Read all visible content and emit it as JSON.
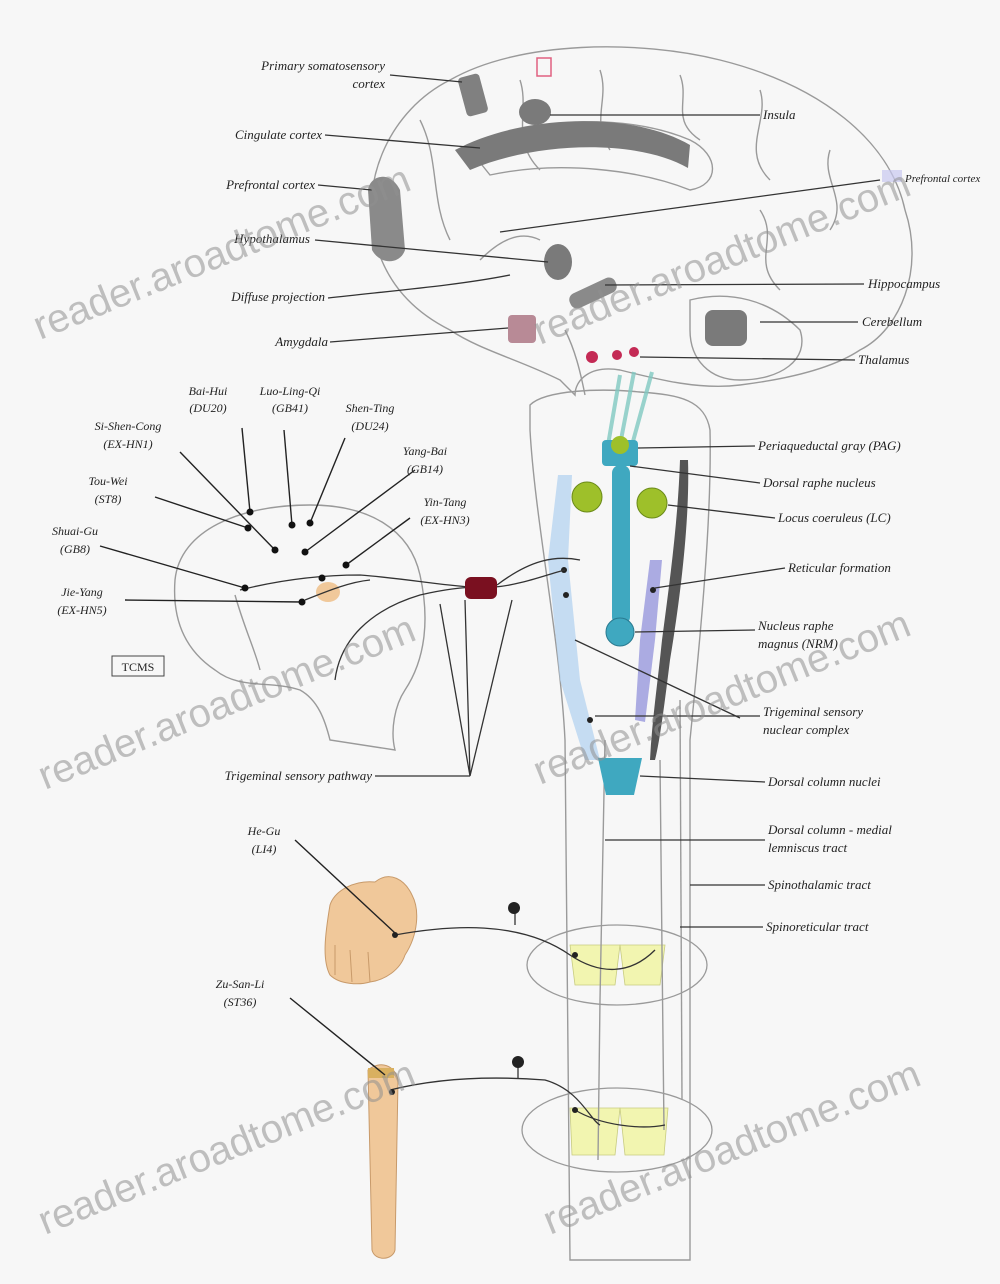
{
  "labels_right": [
    "Insula",
    "Prefrontal cortex",
    "Hippocampus",
    "Cerebellum",
    "Thalamus",
    "Periaqueductal gray (PAG)",
    "Dorsal raphe nucleus",
    "Locus coeruleus (LC)",
    "Reticular formation",
    "Nucleus raphe",
    "magnus (NRM)",
    "Trigeminal sensory",
    "nuclear complex",
    "Dorsal column nuclei",
    "Dorsal column - medial",
    "lemniscus tract",
    "Spinothalamic tract",
    "Spinoreticular tract"
  ],
  "labels_left": [
    "Primary somatosensory",
    "cortex",
    "Cingulate cortex",
    "Prefrontal cortex",
    "Hypothalamus",
    "Diffuse projection",
    "Amygdala",
    "Trigeminal sensory pathway"
  ],
  "acupoints": [
    {
      "name": "Bai-Hui",
      "code": "(DU20)"
    },
    {
      "name": "Luo-Ling-Qi",
      "code": "(GB41)"
    },
    {
      "name": "Shen-Ting",
      "code": "(DU24)"
    },
    {
      "name": "Si-Shen-Cong",
      "code": "(EX-HN1)"
    },
    {
      "name": "Tou-Wei",
      "code": "(ST8)"
    },
    {
      "name": "Yang-Bai",
      "code": "(GB14)"
    },
    {
      "name": "Yin-Tang",
      "code": "(EX-HN3)"
    },
    {
      "name": "Shuai-Gu",
      "code": "(GB8)"
    },
    {
      "name": "Jie-Yang",
      "code": "(EX-HN5)"
    },
    {
      "name": "He-Gu",
      "code": "(LI4)"
    },
    {
      "name": "Zu-San-Li",
      "code": "(ST36)"
    }
  ],
  "tcms_box": "TCMS",
  "watermark": "reader.aroadtome.com",
  "colors": {
    "outline": "#9a9a9a",
    "cortex_gray": "#7a7a7a",
    "amygdala": "#b88a96",
    "thalamus_dot": "#c42a55",
    "pag_cyan": "#3fa8c0",
    "lc_green": "#9ec02a",
    "reticular_blue": "#8a8ad8",
    "ganglion": "#7a1020",
    "skin": "#f0c89a",
    "spinal_yellow": "#f2f5b0",
    "tract_light_blue": "#b8d4f0"
  }
}
